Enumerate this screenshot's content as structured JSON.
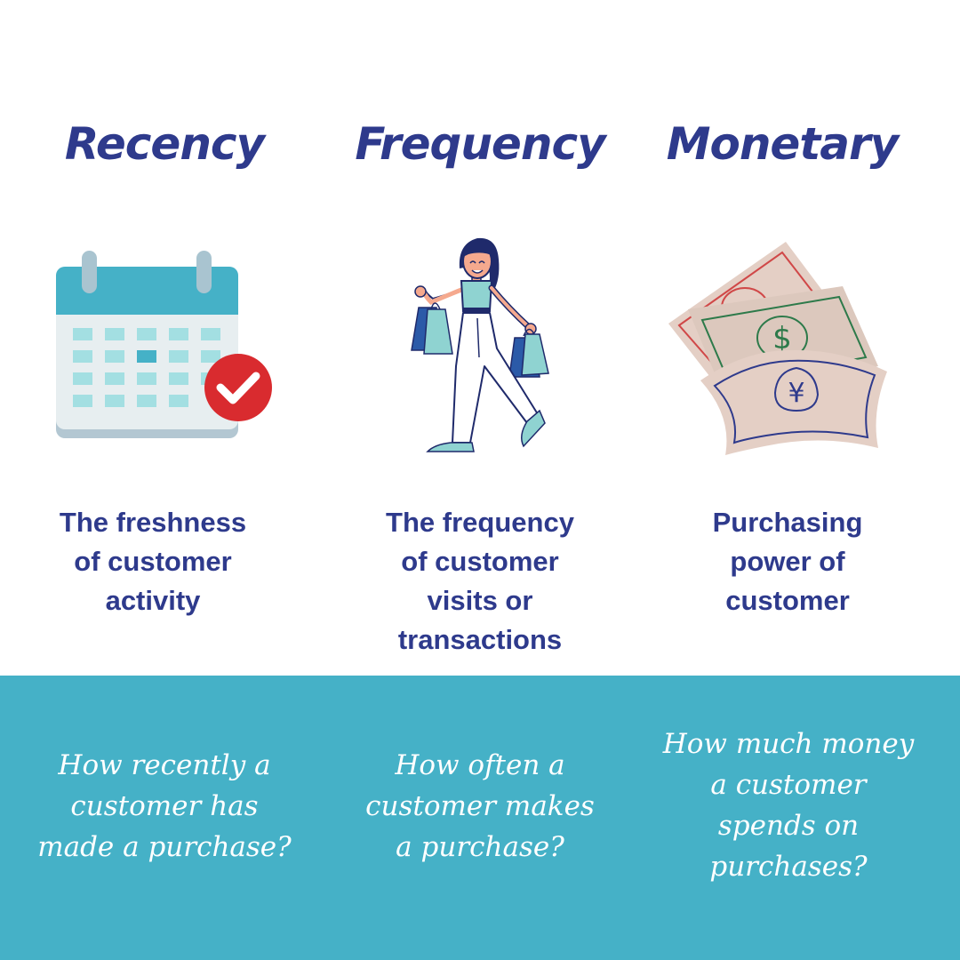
{
  "columns": [
    {
      "title": "Recency",
      "icon": "calendar-check-icon",
      "description": [
        "The freshness",
        "of customer",
        "activity"
      ],
      "question": [
        "How recently a",
        "customer has",
        "made a purchase?"
      ]
    },
    {
      "title": "Frequency",
      "icon": "shopping-woman-icon",
      "description": [
        "The frequency",
        "of customer",
        "visits or",
        "transactions"
      ],
      "question": [
        "How often a",
        "customer makes",
        "a purchase?"
      ]
    },
    {
      "title": "Monetary",
      "icon": "money-bills-icon",
      "description": [
        "Purchasing",
        "power of",
        "customer"
      ],
      "question": [
        "How much money",
        "a customer",
        "spends on",
        "purchases?"
      ]
    }
  ],
  "colors": {
    "heading": "#2e3a8c",
    "band": "#45b1c7",
    "band_text": "#ffffff",
    "check_badge": "#d92b2f"
  }
}
